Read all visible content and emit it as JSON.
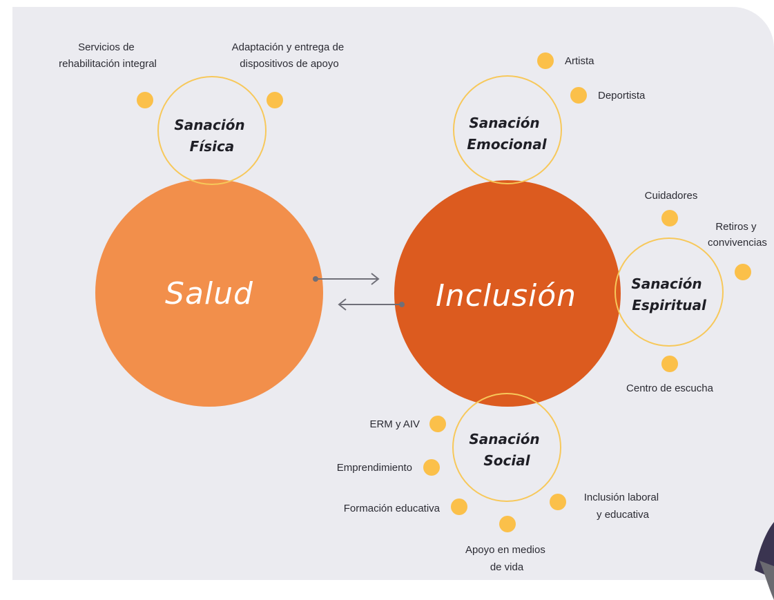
{
  "main": {
    "salud": "Salud",
    "inclusion": "Inclusión"
  },
  "fisica": {
    "line1": "Sanación",
    "line2": "Física",
    "items": [
      {
        "l1": "Servicios de",
        "l2": "rehabilitación integral"
      },
      {
        "l1": "Adaptación y entrega de",
        "l2": "dispositivos de apoyo"
      }
    ]
  },
  "emocional": {
    "line1": "Sanación",
    "line2": "Emocional",
    "items": [
      "Artista",
      "Deportista"
    ]
  },
  "espiritual": {
    "line1": "Sanación",
    "line2": "Espiritual",
    "items": [
      {
        "l1": "Cuidadores"
      },
      {
        "l1": "Retiros y",
        "l2": "convivencias"
      },
      {
        "l1": "Centro de escucha"
      }
    ]
  },
  "social": {
    "line1": "Sanación",
    "line2": "Social",
    "items": [
      {
        "l1": "ERM y AIV"
      },
      {
        "l1": "Emprendimiento"
      },
      {
        "l1": "Formación educativa"
      },
      {
        "l1": "Apoyo en medios",
        "l2": "de vida"
      },
      {
        "l1": "Inclusión laboral",
        "l2": "y educativa"
      }
    ]
  },
  "colors": {
    "salud": "#f28f4b",
    "inclusion": "#dc5b1f",
    "dot": "#fbc04a",
    "ring": "#f7c85a",
    "arrow": "#6f6f78"
  }
}
